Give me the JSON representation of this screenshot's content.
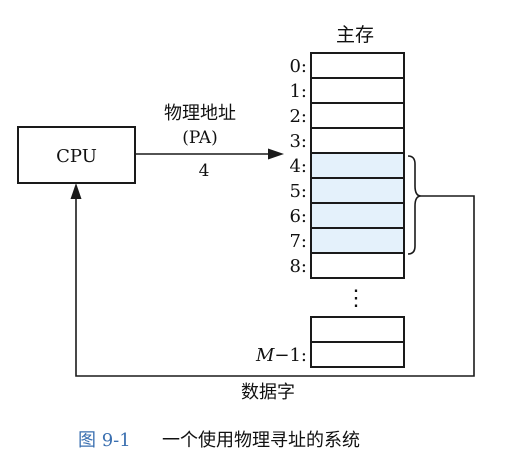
{
  "memory": {
    "title": "主存",
    "addresses": [
      "0:",
      "1:",
      "2:",
      "3:",
      "4:",
      "5:",
      "6:",
      "7:",
      "8:"
    ],
    "highlighted_addresses": [
      "4:",
      "5:",
      "6:",
      "7:"
    ],
    "ellipsis": "⋮",
    "last_address_var": "M",
    "last_address_suffix": "−1:"
  },
  "cpu": {
    "label": "CPU"
  },
  "address_bus": {
    "label_line1": "物理地址",
    "label_line2": "(PA)",
    "value": "4"
  },
  "data_bus": {
    "label": "数据字"
  },
  "caption": {
    "figure_number": "图 9-1",
    "text": "一个使用物理寻址的系统"
  },
  "colors": {
    "highlight": "#e4f1fb",
    "caption_label": "#3a6fb0",
    "line": "#1a1a1a"
  }
}
